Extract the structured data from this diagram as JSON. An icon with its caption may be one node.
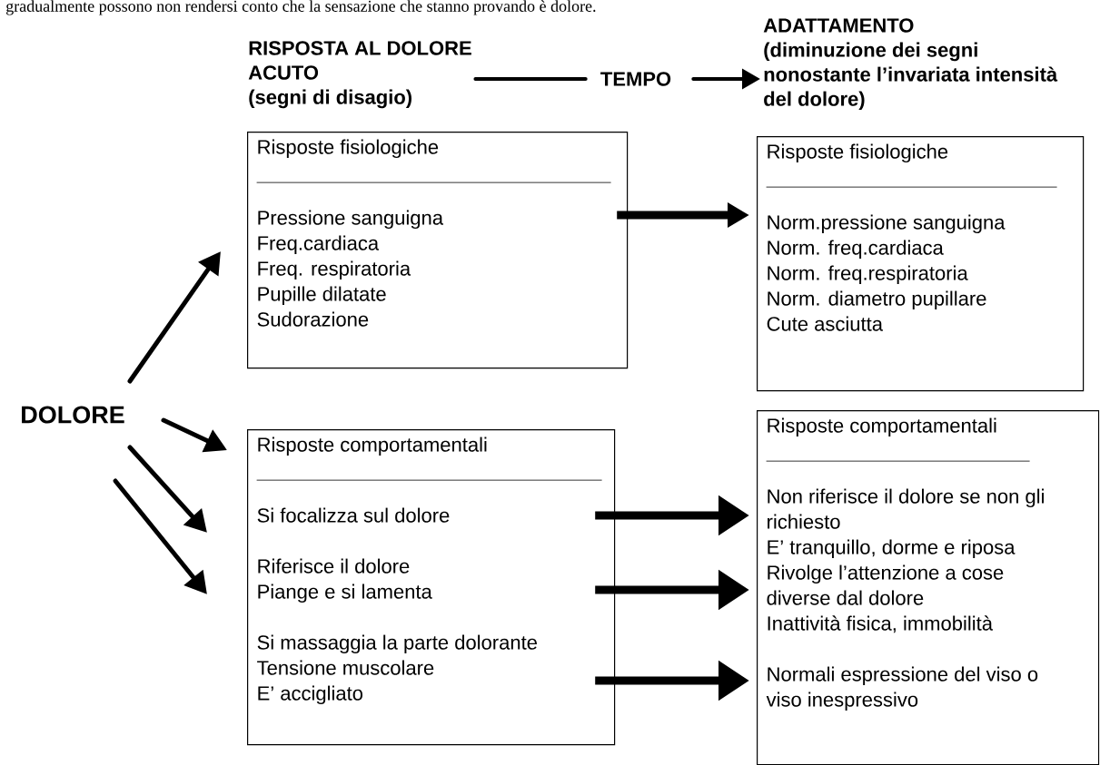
{
  "diagram": {
    "nodes": [
      {
        "text": [
          "RISPOSTA AL DOLORE ACUTO",
          "(segni di disagio)"
        ]
      },
      {
        "text": [
          "TEMPO"
        ]
      },
      {
        "text": [
          "ADATTAMENTO",
          "(diminuzione dei segni nonostante l’invariata intensità del dolore)"
        ]
      },
      {
        "text": [
          "DOLORE"
        ]
      },
      {
        "text": [
          "Risposte fisiologiche",
          "Pressione sanguigna",
          "Freq.cardiaca",
          "Freq. respiratoria",
          "Pupille dilatate",
          "Sudorazione"
        ]
      },
      {
        "text": [
          "Risposte fisiologiche",
          "Norm.pressione sanguigna",
          "Norm. freq.cardiaca",
          "Norm. freq.respiratoria",
          "Norm. diametro pupillare",
          "Cute asciutta"
        ]
      },
      {
        "text": [
          "Risposte comportamentali",
          "Si focalizza sul dolore",
          "Riferisce il dolore",
          "Piange e si lamenta",
          "Si massaggia la parte dolorante",
          "Tensione muscolare",
          "E’ accigliato"
        ]
      },
      {
        "text": [
          "Risposte comportamentali",
          "Non riferisce il dolore se non gli richiesto",
          "E’ tranquillo, dorme e riposa",
          "Rivolge l’attenzione a cose diverse dal dolore",
          "Inattività fisica, immobilità",
          "Normali espressione del viso o viso inespressivo"
        ]
      }
    ],
    "edges": [
      {
        "from": 0,
        "to": 1,
        "arrow": "none"
      },
      {
        "from": 1,
        "to": 2,
        "arrow": "to"
      },
      {
        "from": 3,
        "to": 4,
        "arrow": "to"
      },
      {
        "from": 3,
        "to": 6,
        "arrow": "to"
      },
      {
        "from": 3,
        "to": 6,
        "arrow": "to"
      },
      {
        "from": 3,
        "to": 6,
        "arrow": "to"
      },
      {
        "from": 4,
        "to": 5,
        "arrow": "to",
        "style": "thick"
      },
      {
        "from": 6,
        "to": 7,
        "arrow": "to",
        "style": "thick"
      },
      {
        "from": 6,
        "to": 7,
        "arrow": "to",
        "style": "thick"
      },
      {
        "from": 6,
        "to": 7,
        "arrow": "to",
        "style": "thick"
      }
    ],
    "labels": [
      "gradualmente possono non rendersi conto che la sensazione che stanno provando è dolore."
    ]
  }
}
